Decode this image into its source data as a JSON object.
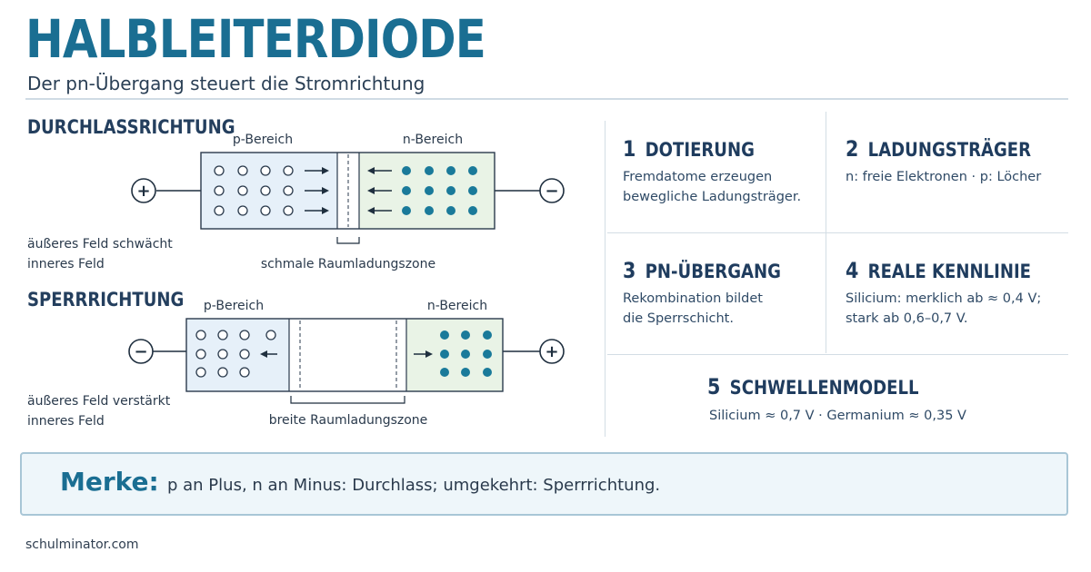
{
  "header": {
    "title": "HALBLEITERDIODE",
    "subtitle": "Der pn-Übergang steuert die Stromrichtung"
  },
  "forward": {
    "heading": "DURCHLASSRICHTUNG",
    "p_label": "p-Bereich",
    "n_label": "n-Bereich",
    "left_terminal": "+",
    "right_terminal": "−",
    "field_note_line1": "äußeres Feld schwächt",
    "field_note_line2": "inneres Feld",
    "zone_label": "schmale Raumladungszone"
  },
  "reverse": {
    "heading": "SPERRRICHTUNG",
    "p_label": "p-Bereich",
    "n_label": "n-Bereich",
    "left_terminal": "−",
    "right_terminal": "+",
    "field_note_line1": "äußeres Feld verstärkt",
    "field_note_line2": "inneres Feld",
    "zone_label": "breite Raumladungszone"
  },
  "cards": [
    {
      "number": "1",
      "title": "DOTIERUNG",
      "line1": "Fremdatome erzeugen",
      "line2": "bewegliche Ladungsträger."
    },
    {
      "number": "2",
      "title": "LADUNGSTRÄGER",
      "line1": "n: freie Elektronen · p: Löcher",
      "line2": ""
    },
    {
      "number": "3",
      "title": "PN-ÜBERGANG",
      "line1": "Rekombination bildet",
      "line2": "die Sperrschicht."
    },
    {
      "number": "4",
      "title": "REALE KENNLINIE",
      "line1": "Silicium: merklich ab ≈ 0,4 V;",
      "line2": "stark ab 0,6–0,7 V."
    },
    {
      "number": "5",
      "title": "SCHWELLENMODELL",
      "line1": "Silicium ≈ 0,7 V · Germanium ≈ 0,35 V",
      "line2": ""
    }
  ],
  "merke": {
    "label": "Merke:",
    "text": "p an Plus, n an Minus: Durchlass; umgekehrt: Sperrrichtung."
  },
  "footer": {
    "source": "schulminator.com"
  },
  "colors": {
    "accent": "#1a6e92",
    "p_region_fill": "#e6f0f9",
    "n_region_fill": "#e9f3e6",
    "electron": "#1a7a9a"
  }
}
